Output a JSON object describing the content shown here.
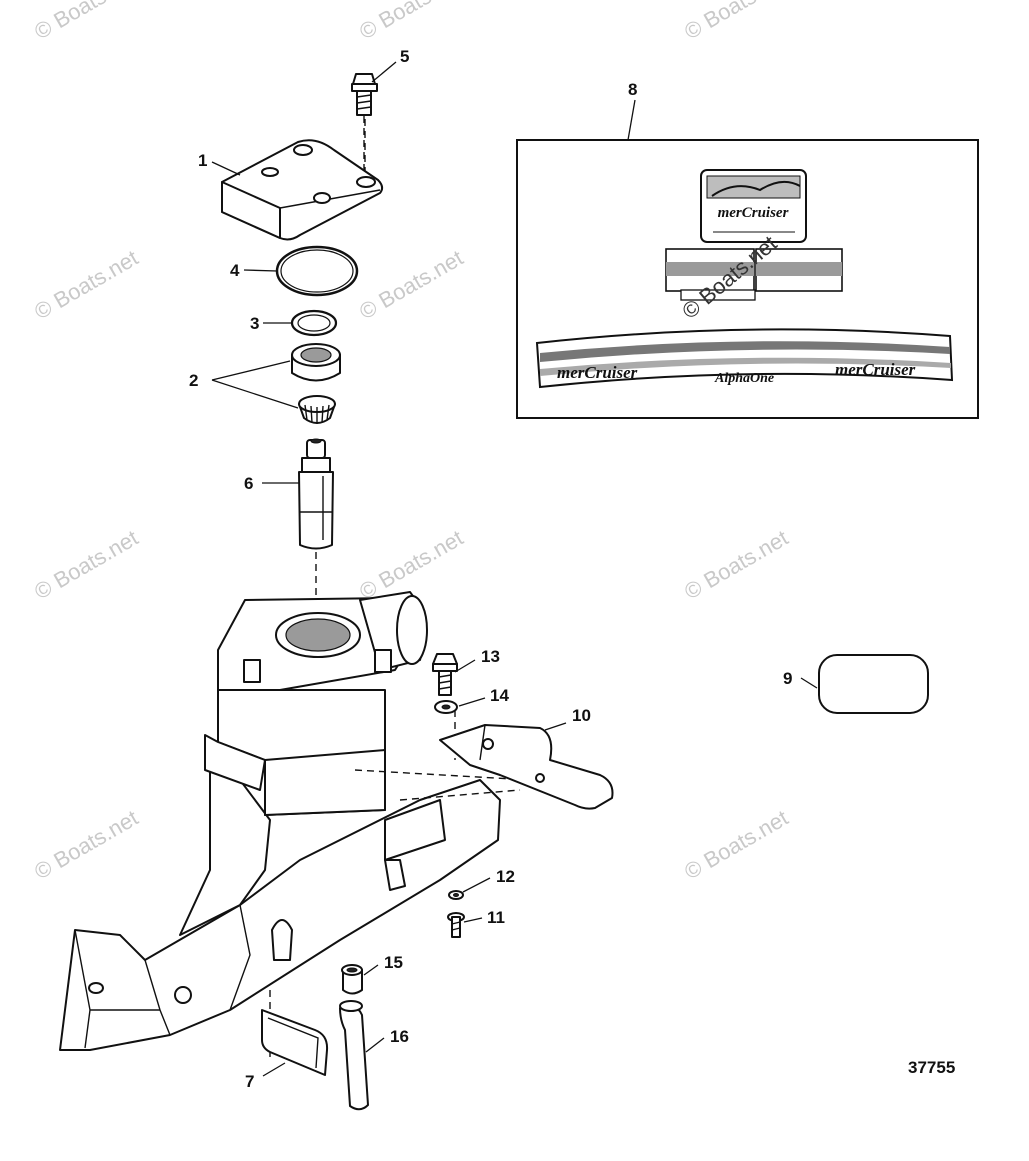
{
  "figure_number": "37755",
  "watermark": "© Boats.net",
  "callouts": [
    {
      "id": "1",
      "label": "1"
    },
    {
      "id": "2",
      "label": "2"
    },
    {
      "id": "3",
      "label": "3"
    },
    {
      "id": "4",
      "label": "4"
    },
    {
      "id": "5",
      "label": "5"
    },
    {
      "id": "6",
      "label": "6"
    },
    {
      "id": "7",
      "label": "7"
    },
    {
      "id": "8",
      "label": "8"
    },
    {
      "id": "9",
      "label": "9"
    },
    {
      "id": "10",
      "label": "10"
    },
    {
      "id": "11",
      "label": "11"
    },
    {
      "id": "12",
      "label": "12"
    },
    {
      "id": "13",
      "label": "13"
    },
    {
      "id": "14",
      "label": "14"
    },
    {
      "id": "15",
      "label": "15"
    },
    {
      "id": "16",
      "label": "16"
    }
  ],
  "decals": {
    "brand": "merCruiser",
    "model": "AlphaOne"
  }
}
